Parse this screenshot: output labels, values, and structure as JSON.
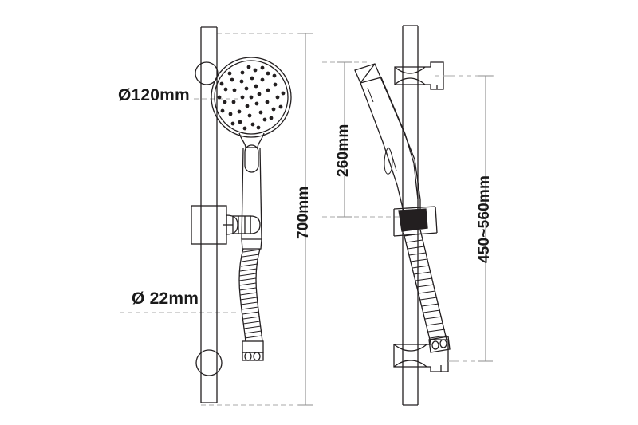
{
  "drawing": {
    "title": "Shower rail set technical dimension drawing",
    "background_color": "#ffffff",
    "line_color": "#231f20",
    "dimension_line_color": "#9a9a9a",
    "views": [
      {
        "name": "front-view",
        "description": "Front elevation of slide rail with hand shower, hose and brackets"
      },
      {
        "name": "side-view",
        "description": "Side elevation of slide rail with hand shower profile"
      }
    ]
  },
  "dimensions": {
    "head_diameter": {
      "label": "Ø120mm",
      "name": "shower-head-diameter"
    },
    "rail_diameter": {
      "label": "Ø 22mm",
      "name": "rail-diameter"
    },
    "rail_length": {
      "label": "700mm",
      "name": "rail-overall-length"
    },
    "handset_length": {
      "label": "260mm",
      "name": "handset-length"
    },
    "bracket_spacing": {
      "label": "450~560mm",
      "name": "bracket-spacing-range"
    }
  }
}
